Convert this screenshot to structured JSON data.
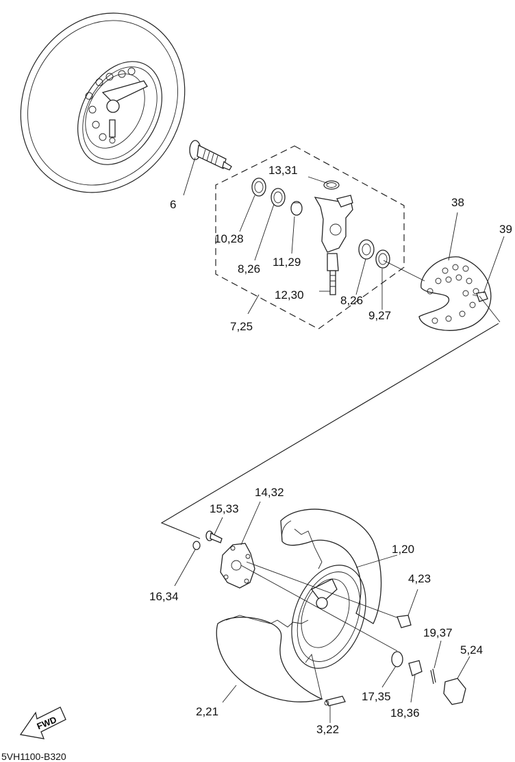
{
  "diagram": {
    "document_code": "5VH1100-B320",
    "fwd_label": "FWD",
    "callouts": {
      "c6": "6",
      "c10_28": "10,28",
      "c13_31": "13,31",
      "c8_26_left": "8,26",
      "c11_29": "11,29",
      "c12_30": "12,30",
      "c8_26_right": "8,26",
      "c9_27": "9,27",
      "c7_25": "7,25",
      "c38": "38",
      "c39": "39",
      "c14_32": "14,32",
      "c15_33": "15,33",
      "c16_34": "16,34",
      "c1_20": "1,20",
      "c4_23": "4,23",
      "c19_37": "19,37",
      "c5_24": "5,24",
      "c2_21": "2,21",
      "c17_35": "17,35",
      "c18_36": "18,36",
      "c3_22": "3,22"
    }
  }
}
